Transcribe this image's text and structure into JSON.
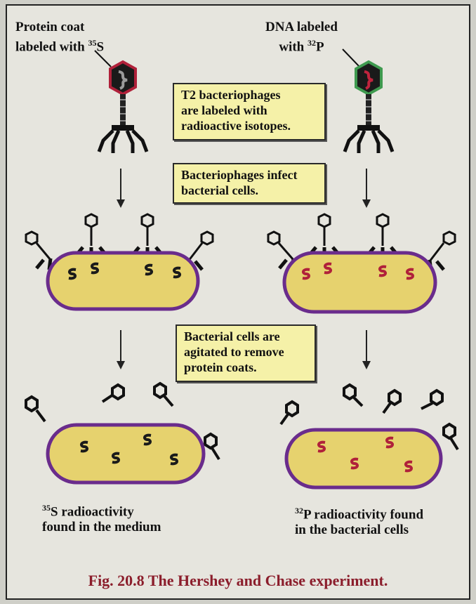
{
  "left_label": {
    "pre": "Protein coat",
    "line2": "labeled with ",
    "sup": "35",
    "tail": "S"
  },
  "right_label": {
    "line1": "DNA labeled",
    "line2": "with ",
    "sup": "32",
    "tail": "P"
  },
  "box1": {
    "line1": "T2 bacteriophages",
    "line2": "are labeled with",
    "line3": "radioactive isotopes."
  },
  "box2": {
    "line1": "Bacteriophages infect",
    "line2": "bacterial cells."
  },
  "box3": {
    "line1": "Bacterial cells are",
    "line2": "agitated to remove",
    "line3": "protein coats."
  },
  "result_left": {
    "sup": "35",
    "line1": "S radioactivity",
    "line2": "found in the medium"
  },
  "result_right": {
    "sup": "32",
    "line1": "P radioactivity found",
    "line2": "in the bacterial cells"
  },
  "caption": "Fig. 20.8 The Hershey and Chase experiment.",
  "colors": {
    "cell_fill": "#e6d26e",
    "cell_border": "#6a2c8c",
    "box_fill": "#f5f1a8",
    "s35_mark": "#1a1a1a",
    "p32_mark": "#b0213a",
    "caption": "#8b1d2b"
  }
}
